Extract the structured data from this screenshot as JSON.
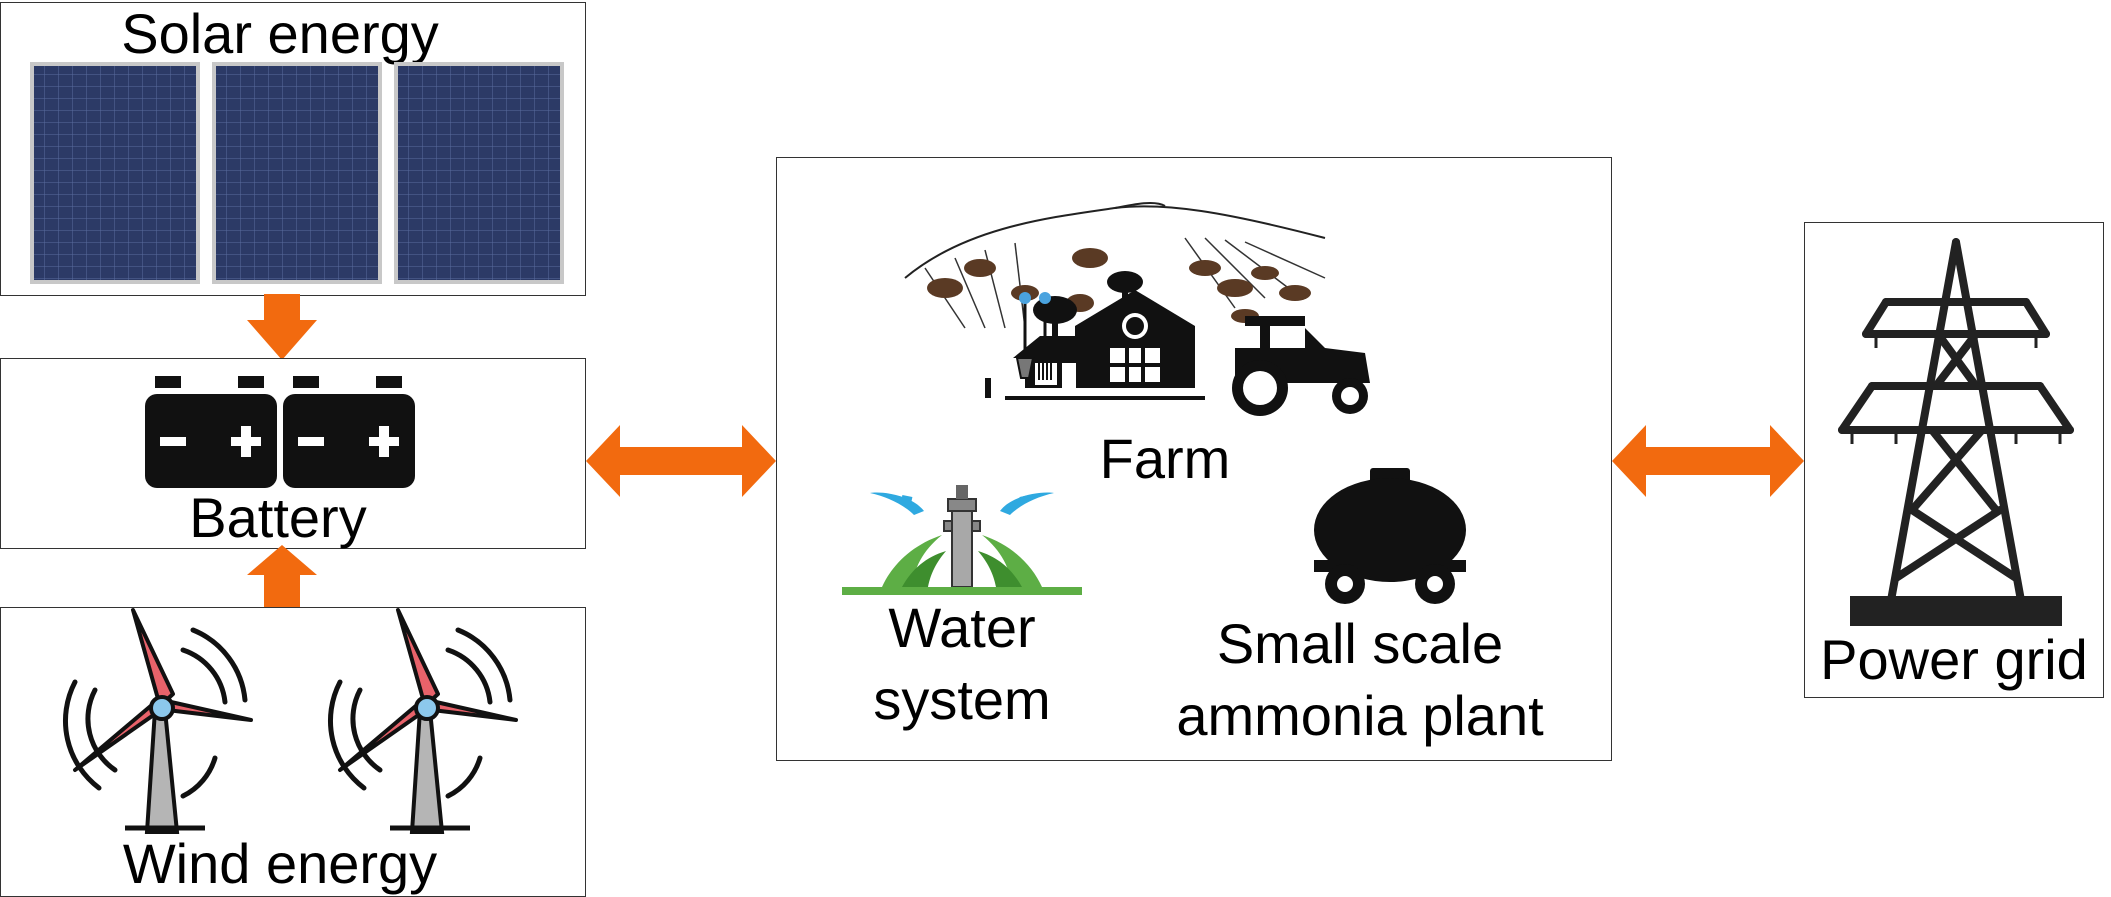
{
  "diagram": {
    "solar": {
      "label": "Solar energy"
    },
    "battery": {
      "label": "Battery"
    },
    "wind": {
      "label": "Wind energy"
    },
    "farm_box": {
      "farm_label": "Farm",
      "water_label_line1": "Water",
      "water_label_line2": "system",
      "ammonia_label_line1": "Small scale",
      "ammonia_label_line2": "ammonia plant"
    },
    "grid": {
      "label": "Power grid"
    }
  },
  "colors": {
    "arrow": "#F26A0F",
    "panel": "#2C3A66",
    "panel_frame": "#C8C8C8",
    "turbine_blade": "#E8626A",
    "turbine_tower": "#B5B5B5",
    "sprinkler_water": "#2FA9E0",
    "grass": "#5DAE45",
    "icon_dark": "#1B1B1B"
  }
}
